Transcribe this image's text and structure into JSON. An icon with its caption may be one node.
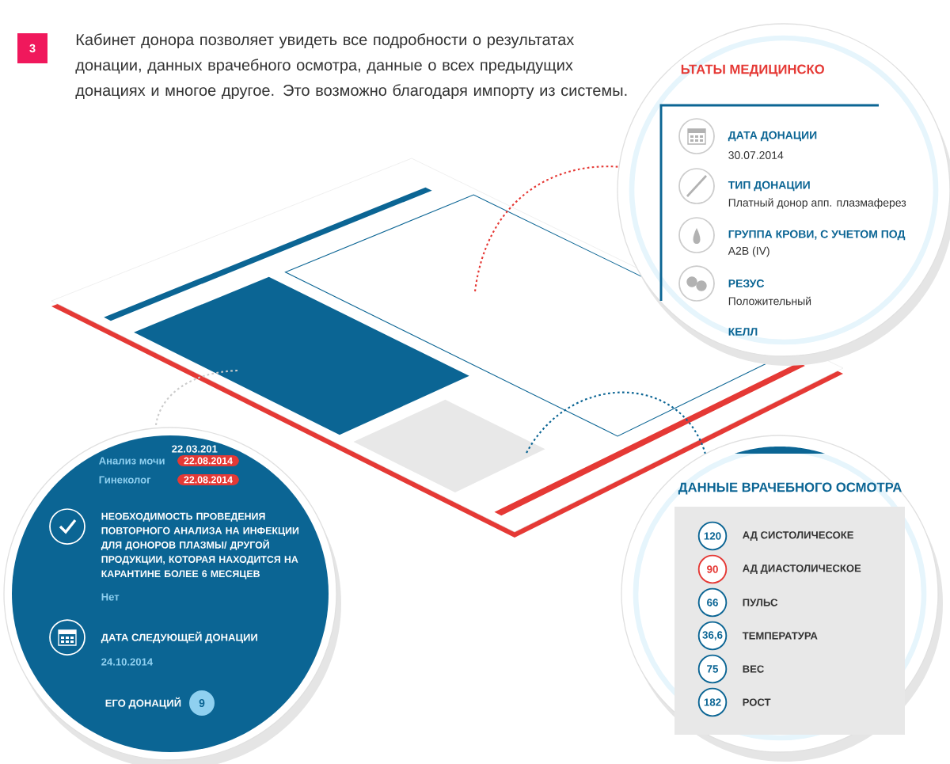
{
  "diagram": {
    "nodes": [
      {
        "text": [
          "3"
        ]
      },
      {
        "text": [],
        "shape": "picture"
      },
      {
        "text": [
          "ЬТАТЫ МЕДИЦИНСКО",
          "ДАТА ДОНАЦИИ",
          "30.07.2014",
          "ТИП ДОНАЦИИ",
          "Платный донор апп. плазмаферез",
          "ГРУППА КРОВИ, С УЧЕТОМ ПОД",
          "A2B (IV)",
          "РЕЗУС",
          "Положительный",
          "КЕЛЛ"
        ]
      },
      {
        "text": [
          "22.03.201",
          "Анализ мочи",
          "Гинеколог",
          "НЕОБХОДИМОСТЬ ПРОВЕДЕНИЯ ПОВТОРНОГО АНАЛИЗА НА ИНФЕКЦИИ ДЛЯ ДОНОРОВ ПЛАЗМЫ/ ДРУГОЙ ПРОДУКЦИИ, КОТОРАЯ НАХОДИТСЯ НА КАРАНТИНЕ БОЛЕЕ 6 МЕСЯЦЕВ",
          "Нет",
          "ДАТА СЛЕДУЮЩЕЙ ДОНАЦИИ",
          "24.10.2014",
          "ЕГО ДОНАЦИЙ"
        ]
      },
      {
        "text": [
          "22.08.2014"
        ],
        "in": 3
      },
      {
        "text": [
          "22.08.2014"
        ],
        "in": 3
      },
      {
        "text": [
          "9"
        ],
        "in": 3
      },
      {
        "text": [
          "ДАННЫЕ ВРАЧЕБНОГО ОСМОТРА",
          "АД СИСТОЛИЧЕСОКЕ",
          "АД ДИАСТОЛИЧЕСКОЕ",
          "ПУЛЬС",
          "ТЕМПЕРАТУРА",
          "ВЕС",
          "РОСТ"
        ]
      },
      {
        "text": [
          "120"
        ],
        "in": 7
      },
      {
        "text": [
          "90"
        ],
        "in": 7
      },
      {
        "text": [
          "66"
        ],
        "in": 7
      },
      {
        "text": [
          "36,6"
        ],
        "in": 7
      },
      {
        "text": [
          "75"
        ],
        "in": 7
      },
      {
        "text": [
          "182"
        ],
        "in": 7
      }
    ],
    "edges": [
      {
        "from": 1,
        "to": 2,
        "arrow": "none",
        "color": "#e53935"
      },
      {
        "from": 1,
        "to": 3,
        "arrow": "none",
        "color": "#cccccc"
      },
      {
        "from": 1,
        "to": 7,
        "arrow": "none",
        "color": "#0b6594"
      }
    ],
    "labels": [
      "Кабинет донора позволяет увидеть все подробности о результатах донации, данных врачебного осмотра, данные о всех предыдущих донациях и многое другое. Это возможно благодаря импорту из системы."
    ]
  }
}
